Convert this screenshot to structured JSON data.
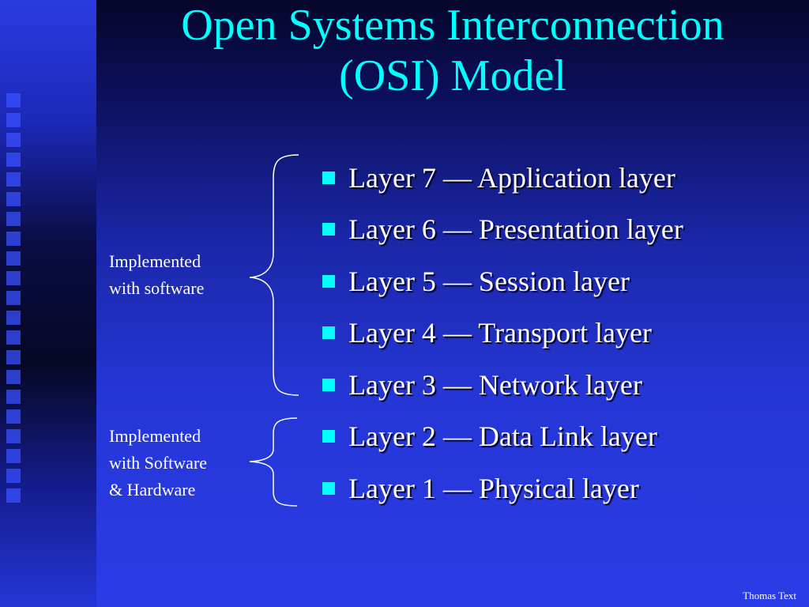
{
  "title": {
    "line1": "Open Systems Interconnection",
    "line2": "(OSI) Model"
  },
  "layers": [
    "Layer 7 — Application layer",
    "Layer 6 — Presentation layer",
    "Layer 5 — Session layer",
    "Layer 4 — Transport layer",
    "Layer 3 — Network layer",
    "Layer 2 — Data Link layer",
    "Layer 1 — Physical layer"
  ],
  "annotations": {
    "software": {
      "line1": "Implemented",
      "line2": "with software"
    },
    "hardware": {
      "line1": "Implemented",
      "line2": "with Software",
      "line3": "& Hardware"
    }
  },
  "footer": "Thomas Text",
  "colors": {
    "title": "#00ffff",
    "bullet": "#00ffff",
    "text": "#ffffff"
  },
  "icons": {
    "bullet": "square-bullet-icon",
    "brace": "curly-brace-icon"
  }
}
